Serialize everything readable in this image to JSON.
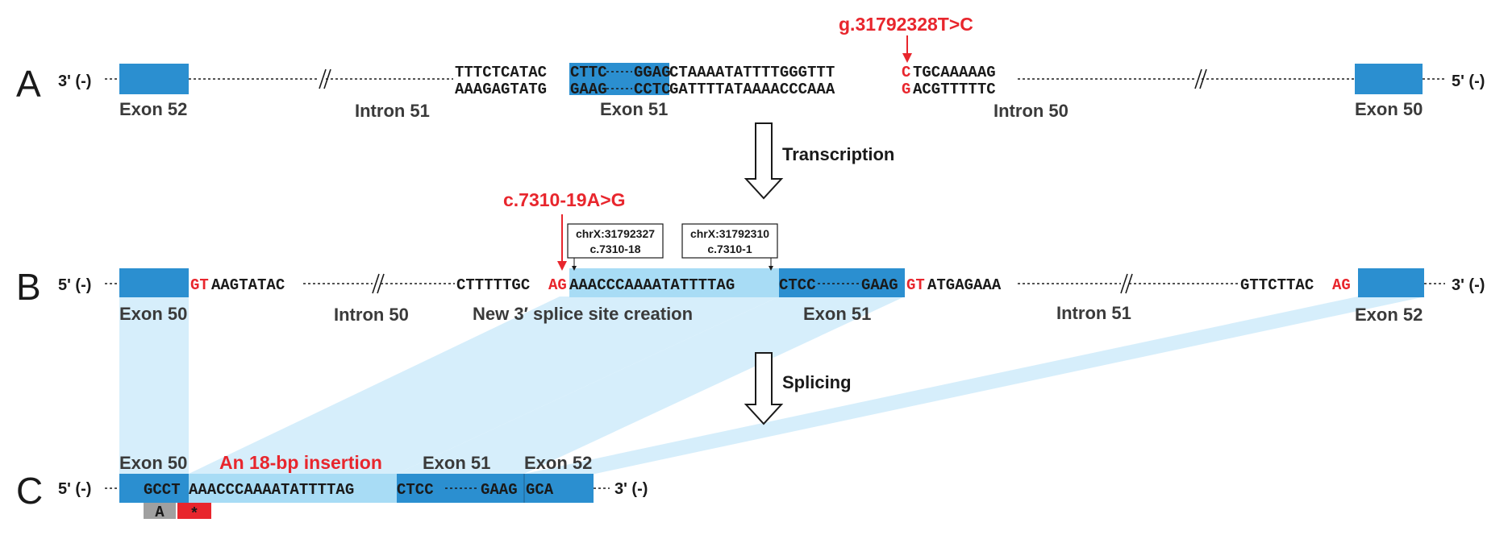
{
  "panels": {
    "a": {
      "letter": "A",
      "left_strand": "3' (-)",
      "right_strand": "5' (-)",
      "seq_top_left": "TTTCTCATAC",
      "seq_top_exon_start": "CTTC",
      "seq_top_exon_end": "GGAG",
      "seq_top_right_1": "CTAAAATATTTTGGGTTT",
      "seq_top_mut": "C",
      "seq_top_right_2": "TGCAAAAAG",
      "seq_bot_left": "AAAGAGTATG",
      "seq_bot_exon_start": "GAAG",
      "seq_bot_exon_end": "CCTC",
      "seq_bot_right_1": "GATTTTATAAAACCCAAA",
      "seq_bot_mut": "G",
      "seq_bot_right_2": "ACGTTTTTC",
      "mutation": "g.31792328T>C",
      "labels": [
        "Exon 52",
        "Intron 51",
        "Exon 51",
        "Intron 50",
        "Exon 50"
      ]
    },
    "b": {
      "letter": "B",
      "left_strand": "5' (-)",
      "right_strand": "3' (-)",
      "gt_left": "GT",
      "seq_left": "AAGTATAC",
      "seq_mid_1": "CTTTTTGC",
      "seq_mid_ag": "AG",
      "seq_mid_ins": "AAACCCAAAATATTTTAG",
      "seq_exon_start": "CTCC",
      "seq_exon_end": "GAAG",
      "gt_right": "GT",
      "seq_right": "ATGAGAAA",
      "seq_far": "GTTCTTAC",
      "seq_far_ag": "AG",
      "mutation": "c.7310-19A>G",
      "box1_line1": "chrX:31792327",
      "box1_line2": "c.7310-18",
      "box2_line1": "chrX:31792310",
      "box2_line2": "c.7310-1",
      "labels": [
        "Exon 50",
        "Intron 50",
        "New 3′ splice site creation",
        "Exon 51",
        "Intron 51",
        "Exon 52"
      ]
    },
    "c": {
      "letter": "C",
      "left_strand": "5' (-)",
      "right_strand": "3' (-)",
      "seq_exon50": "GCCT",
      "seq_ins": "AAACCCAAAATATTTTAG",
      "seq_exon51_start": "CTCC",
      "seq_exon51_end": "GAAG",
      "seq_exon52": "GCA",
      "labels": [
        "Exon 50",
        "An 18-bp insertion",
        "Exon 51",
        "Exon 52"
      ],
      "aa_codon": "A",
      "aa_stop": "*"
    }
  },
  "steps": {
    "transcription": "Transcription",
    "splicing": "Splicing"
  },
  "colors": {
    "exon": "#2b8fd0",
    "insertion": "#a8dcf5",
    "mutation": "#e8262d",
    "stop": "#e8262d",
    "codon": "#a0a0a0"
  }
}
